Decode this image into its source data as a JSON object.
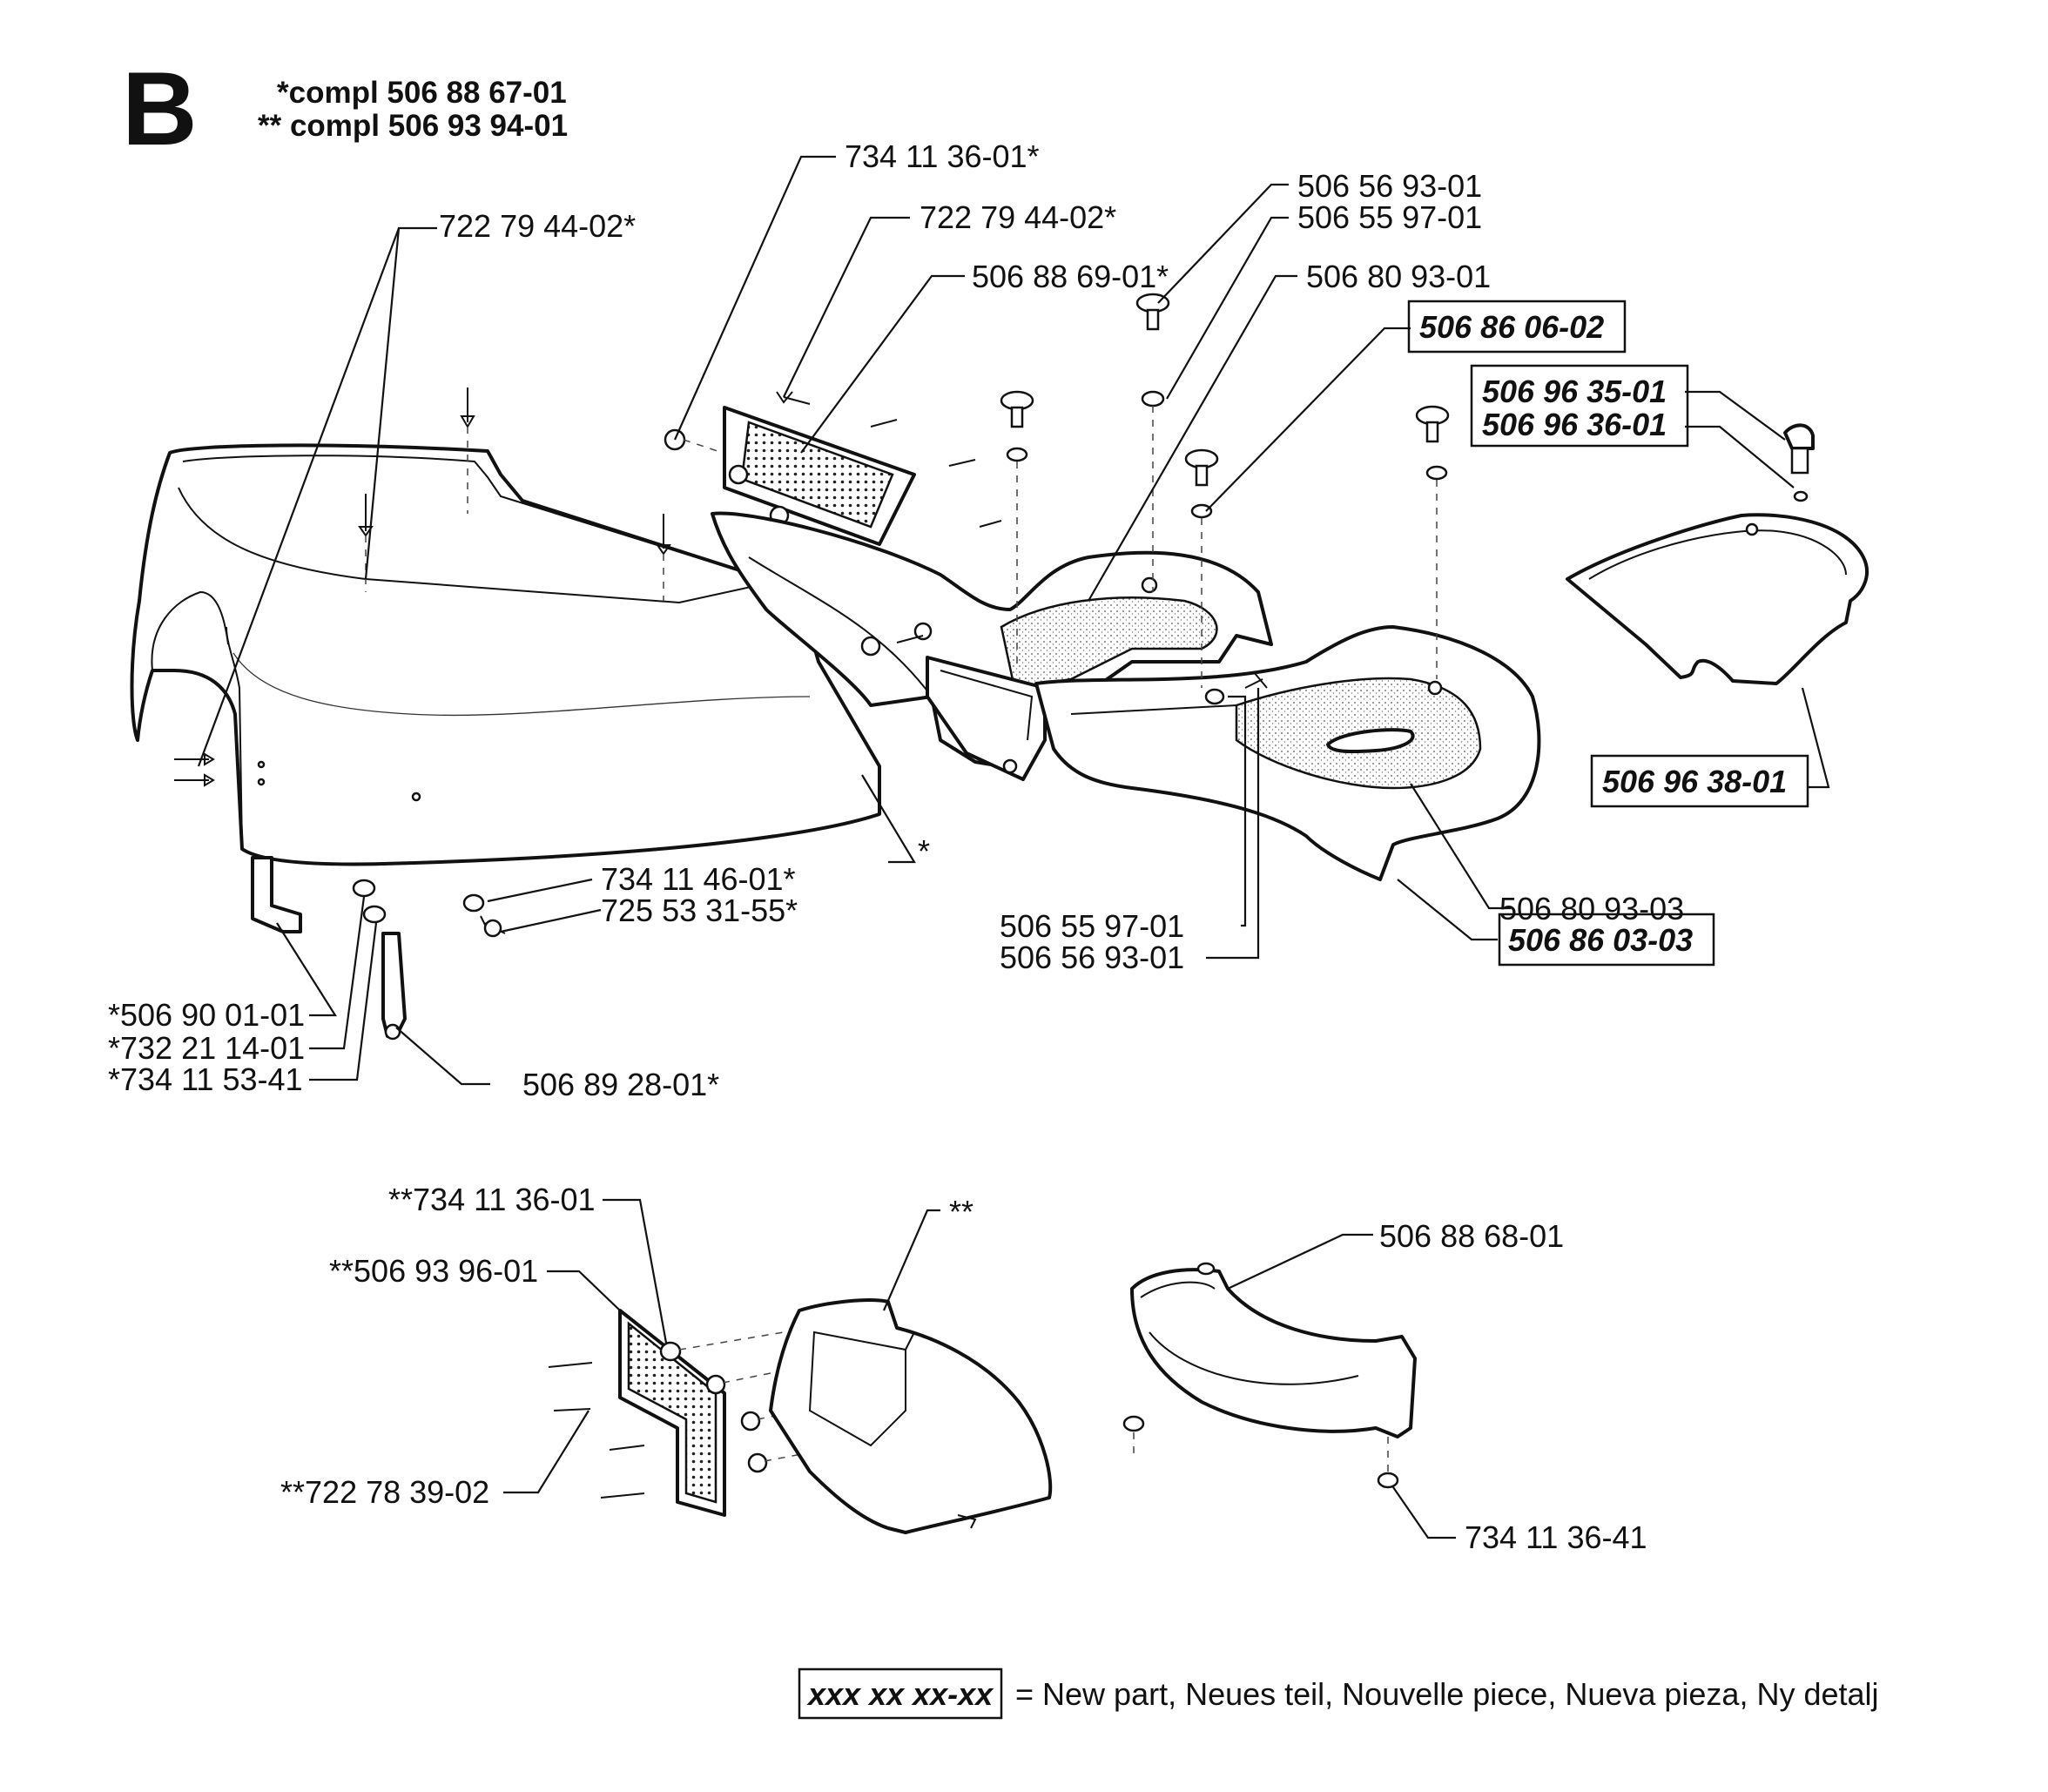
{
  "section_letter": "B",
  "header": {
    "compl_single": "*compl 506 88 67-01",
    "compl_double": "** compl 506 93 94-01"
  },
  "labels": {
    "p734113601s": "734 11 36-01*",
    "p722794402s_a": "722 79 44-02*",
    "p722794402s_b": "722 79 44-02*",
    "p506886901s": "506 88 69-01*",
    "p506569301_top": "506 56 93-01",
    "p506559701_top": "506 55 97-01",
    "p506809301": "506 80 93-01",
    "p506860602": "506 86 06-02",
    "p506963501": "506 96 35-01",
    "p506963601": "506 96 36-01",
    "p506963801": "506 96 38-01",
    "p734114601s": "734 11 46-01*",
    "p725533155s": "725 53 31-55*",
    "star": "*",
    "p506559701_bot": "506 55 97-01",
    "p506569301_bot": "506 56 93-01",
    "p506809303": "506 80 93-03",
    "p506860303": "506 86 03-03",
    "s506900101": "*506 90 01-01",
    "s732211401": "*732 21 14-01",
    "s734115341": "*734 11 53-41",
    "p506892801s": "506 89 28-01*",
    "ss734113601": "**734 11 36-01",
    "ss506939601": "**506 93 96-01",
    "ss722783902": "**722 78 39-02",
    "doublestar": "**",
    "p506886801": "506 88 68-01",
    "p734113641": "734 11 36-41"
  },
  "legend": {
    "sample": "xxx xx xx-xx",
    "text": "= New part, Neues teil, Nouvelle piece, Nueva pieza, Ny detalj"
  }
}
